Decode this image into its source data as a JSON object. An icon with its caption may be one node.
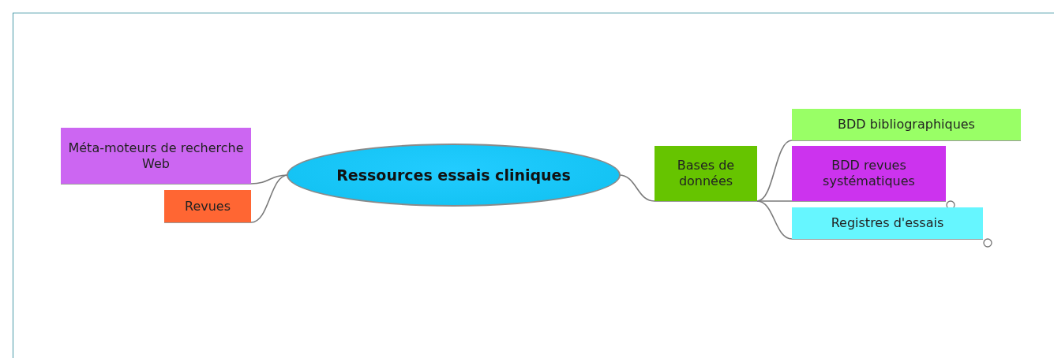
{
  "diagram": {
    "nodes": [
      {
        "text": [
          "Ressources essais cliniques"
        ]
      },
      {
        "text": [
          "Méta-moteurs de recherche Web"
        ]
      },
      {
        "text": [
          "Revues"
        ]
      },
      {
        "text": [
          "Bases de données"
        ]
      },
      {
        "text": [
          "BDD bibliographiques"
        ]
      },
      {
        "text": [
          "BDD revues systématiques"
        ]
      },
      {
        "text": [
          "Registres d'essais"
        ]
      }
    ],
    "edges": [
      {
        "from": 0,
        "to": 1,
        "arrow": "none"
      },
      {
        "from": 0,
        "to": 2,
        "arrow": "none"
      },
      {
        "from": 0,
        "to": 3,
        "arrow": "none"
      },
      {
        "from": 3,
        "to": 4,
        "arrow": "none"
      },
      {
        "from": 3,
        "to": 5,
        "arrow": "none"
      },
      {
        "from": 3,
        "to": 6,
        "arrow": "none"
      }
    ]
  }
}
